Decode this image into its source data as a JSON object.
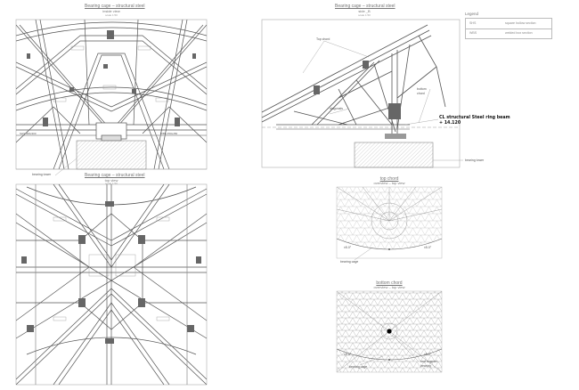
{
  "panels": {
    "tl": {
      "title": "Bearing cage – structural steel",
      "view": "inside view",
      "scale": "scale 1:50"
    },
    "tr": {
      "title": "Bearing cage – structural steel",
      "view": "side _B",
      "scale": "scale 1:50"
    },
    "bl": {
      "title": "Bearing cage – structural steel",
      "view": "top view",
      "scale": "scale 1:50"
    },
    "mr": {
      "title": "top chord",
      "view": "overview – top view"
    },
    "br": {
      "title": "bottom chord",
      "view": "overview – top view"
    }
  },
  "legend": {
    "heading": "Legend",
    "rows": [
      {
        "code": "SHS",
        "desc": "square hollow section"
      },
      {
        "code": "WBS",
        "desc": "welded box section"
      }
    ]
  },
  "annotations": {
    "top_chord": "Top chord",
    "bottom_chord": "bottom chord",
    "diagonals": "diagonals",
    "ring_beam_line1": "CL structural Steel ring beam",
    "ring_beam_line2": "+ 14.120",
    "bearing_tower_left": "bearing tower",
    "bearing_tower_right": "bearing tower",
    "bearing_cage_mid": "bearing cage",
    "bearing_cage_bottom": "bearing cage",
    "roof_support_line1": "roof support",
    "roof_support_line2": "bearing",
    "angle_a": "±5.0°",
    "angle_b": "±5.0°",
    "angle_c": "±5.0°",
    "angle_d": "±5.0°",
    "wbs_label": "WBS 450x450",
    "shs_label": "SHS 300x300"
  },
  "colors": {
    "line": "#555555",
    "light": "#9a9a9a",
    "hatch": "#aaaaaa",
    "dot": "#000000"
  }
}
